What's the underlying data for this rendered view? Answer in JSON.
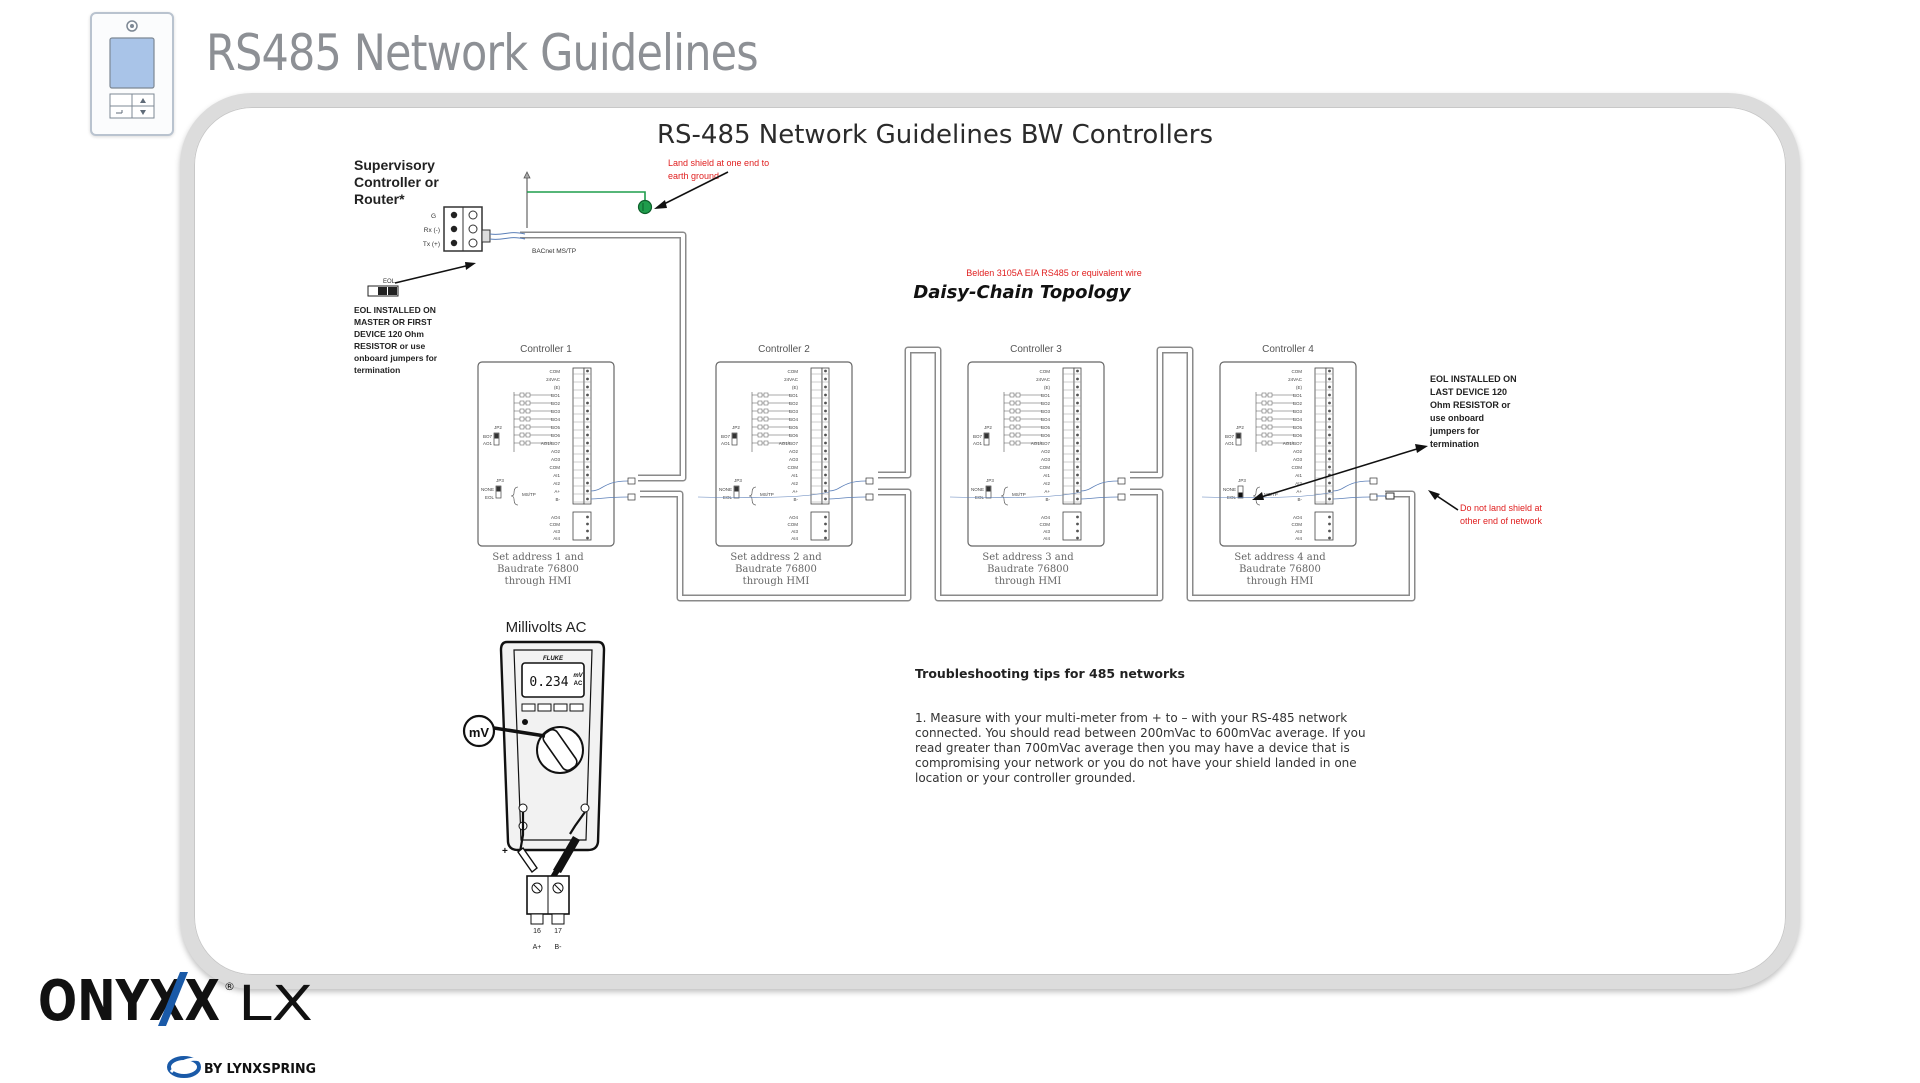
{
  "header": {
    "title": "RS485 Network Guidelines"
  },
  "diagram": {
    "title": "RS-485 Network Guidelines BW Controllers",
    "topology_label": "Daisy-Chain Topology",
    "wire_note": "Belden 3105A EIA RS485 or equivalent wire",
    "shield_note": [
      "Land shield at one end to",
      "earth ground"
    ],
    "supervisory": [
      "Supervisory",
      "Controller or",
      "Router*"
    ],
    "port_labels": [
      "G",
      "Rx (-)",
      "Tx (+)"
    ],
    "bacnet_label": "BACnet MS/TP",
    "eol_tag": "EOL",
    "eol_first_note": [
      "EOL INSTALLED ON",
      "MASTER OR FIRST",
      "DEVICE 120 Ohm",
      "RESISTOR or use",
      "onboard jumpers for",
      "termination"
    ],
    "eol_last_note": [
      "EOL INSTALLED ON",
      "LAST DEVICE 120",
      "Ohm RESISTOR or",
      "use onboard",
      "jumpers for",
      "termination"
    ],
    "no_shield_note": [
      "Do not land shield at",
      "other end of network"
    ],
    "controllers": [
      {
        "name": "Controller 1",
        "caption": [
          "Set address 1 and",
          "Baudrate 76800",
          "through HMI"
        ]
      },
      {
        "name": "Controller 2",
        "caption": [
          "Set address 2 and",
          "Baudrate 76800",
          "through HMI"
        ]
      },
      {
        "name": "Controller 3",
        "caption": [
          "Set address 3 and",
          "Baudrate 76800",
          "through HMI"
        ]
      },
      {
        "name": "Controller 4",
        "caption": [
          "Set address 4 and",
          "Baudrate 76800",
          "through HMI"
        ]
      }
    ],
    "terminal_labels_right": [
      "COM",
      "24VAC",
      "(E)",
      "BO1",
      "BO2",
      "BO3",
      "BO4",
      "BO5",
      "BO6",
      "AO1/BO7",
      "AO2",
      "AO3",
      "COM",
      "AI1",
      "AI2",
      "A+",
      "B-"
    ],
    "terminal_labels_bottom": [
      "AO4",
      "COM",
      "AI3",
      "AI4"
    ],
    "jumper_labels": {
      "jp2": "JP2",
      "bo7": "BO7",
      "ao1": "AO1",
      "jp3": "JP3",
      "none": "NONE",
      "eol": "EOL",
      "mstp": "MS/TP"
    }
  },
  "meter": {
    "title": "Millivolts AC",
    "brand": "FLUKE",
    "reading": "0.234",
    "unit": [
      "mV",
      "AC"
    ],
    "dial_symbol": "mV",
    "plus": "+",
    "terminal_numbers": [
      "16",
      "17"
    ],
    "terminal_names": [
      "A+",
      "B-"
    ]
  },
  "tips": {
    "title": "Troubleshooting tips for 485 networks",
    "lines": [
      "1. Measure with your multi-meter from + to – with your RS-485 network",
      "connected. You should read between 200mVac to 600mVac average. If you",
      "read greater than 700mVac average then you may have a device that is",
      "compromising your network or you do not have your shield landed in one",
      "location or your controller grounded."
    ]
  },
  "brand": {
    "logo": "ONYXX",
    "suffix": "LX",
    "registered": "®",
    "by": "BY LYNXSPRING"
  },
  "colors": {
    "accent_red": "#e02020",
    "shield_green": "#1f9d4c",
    "brand_blue": "#1a5aa8",
    "title_gray": "#8d9095"
  }
}
